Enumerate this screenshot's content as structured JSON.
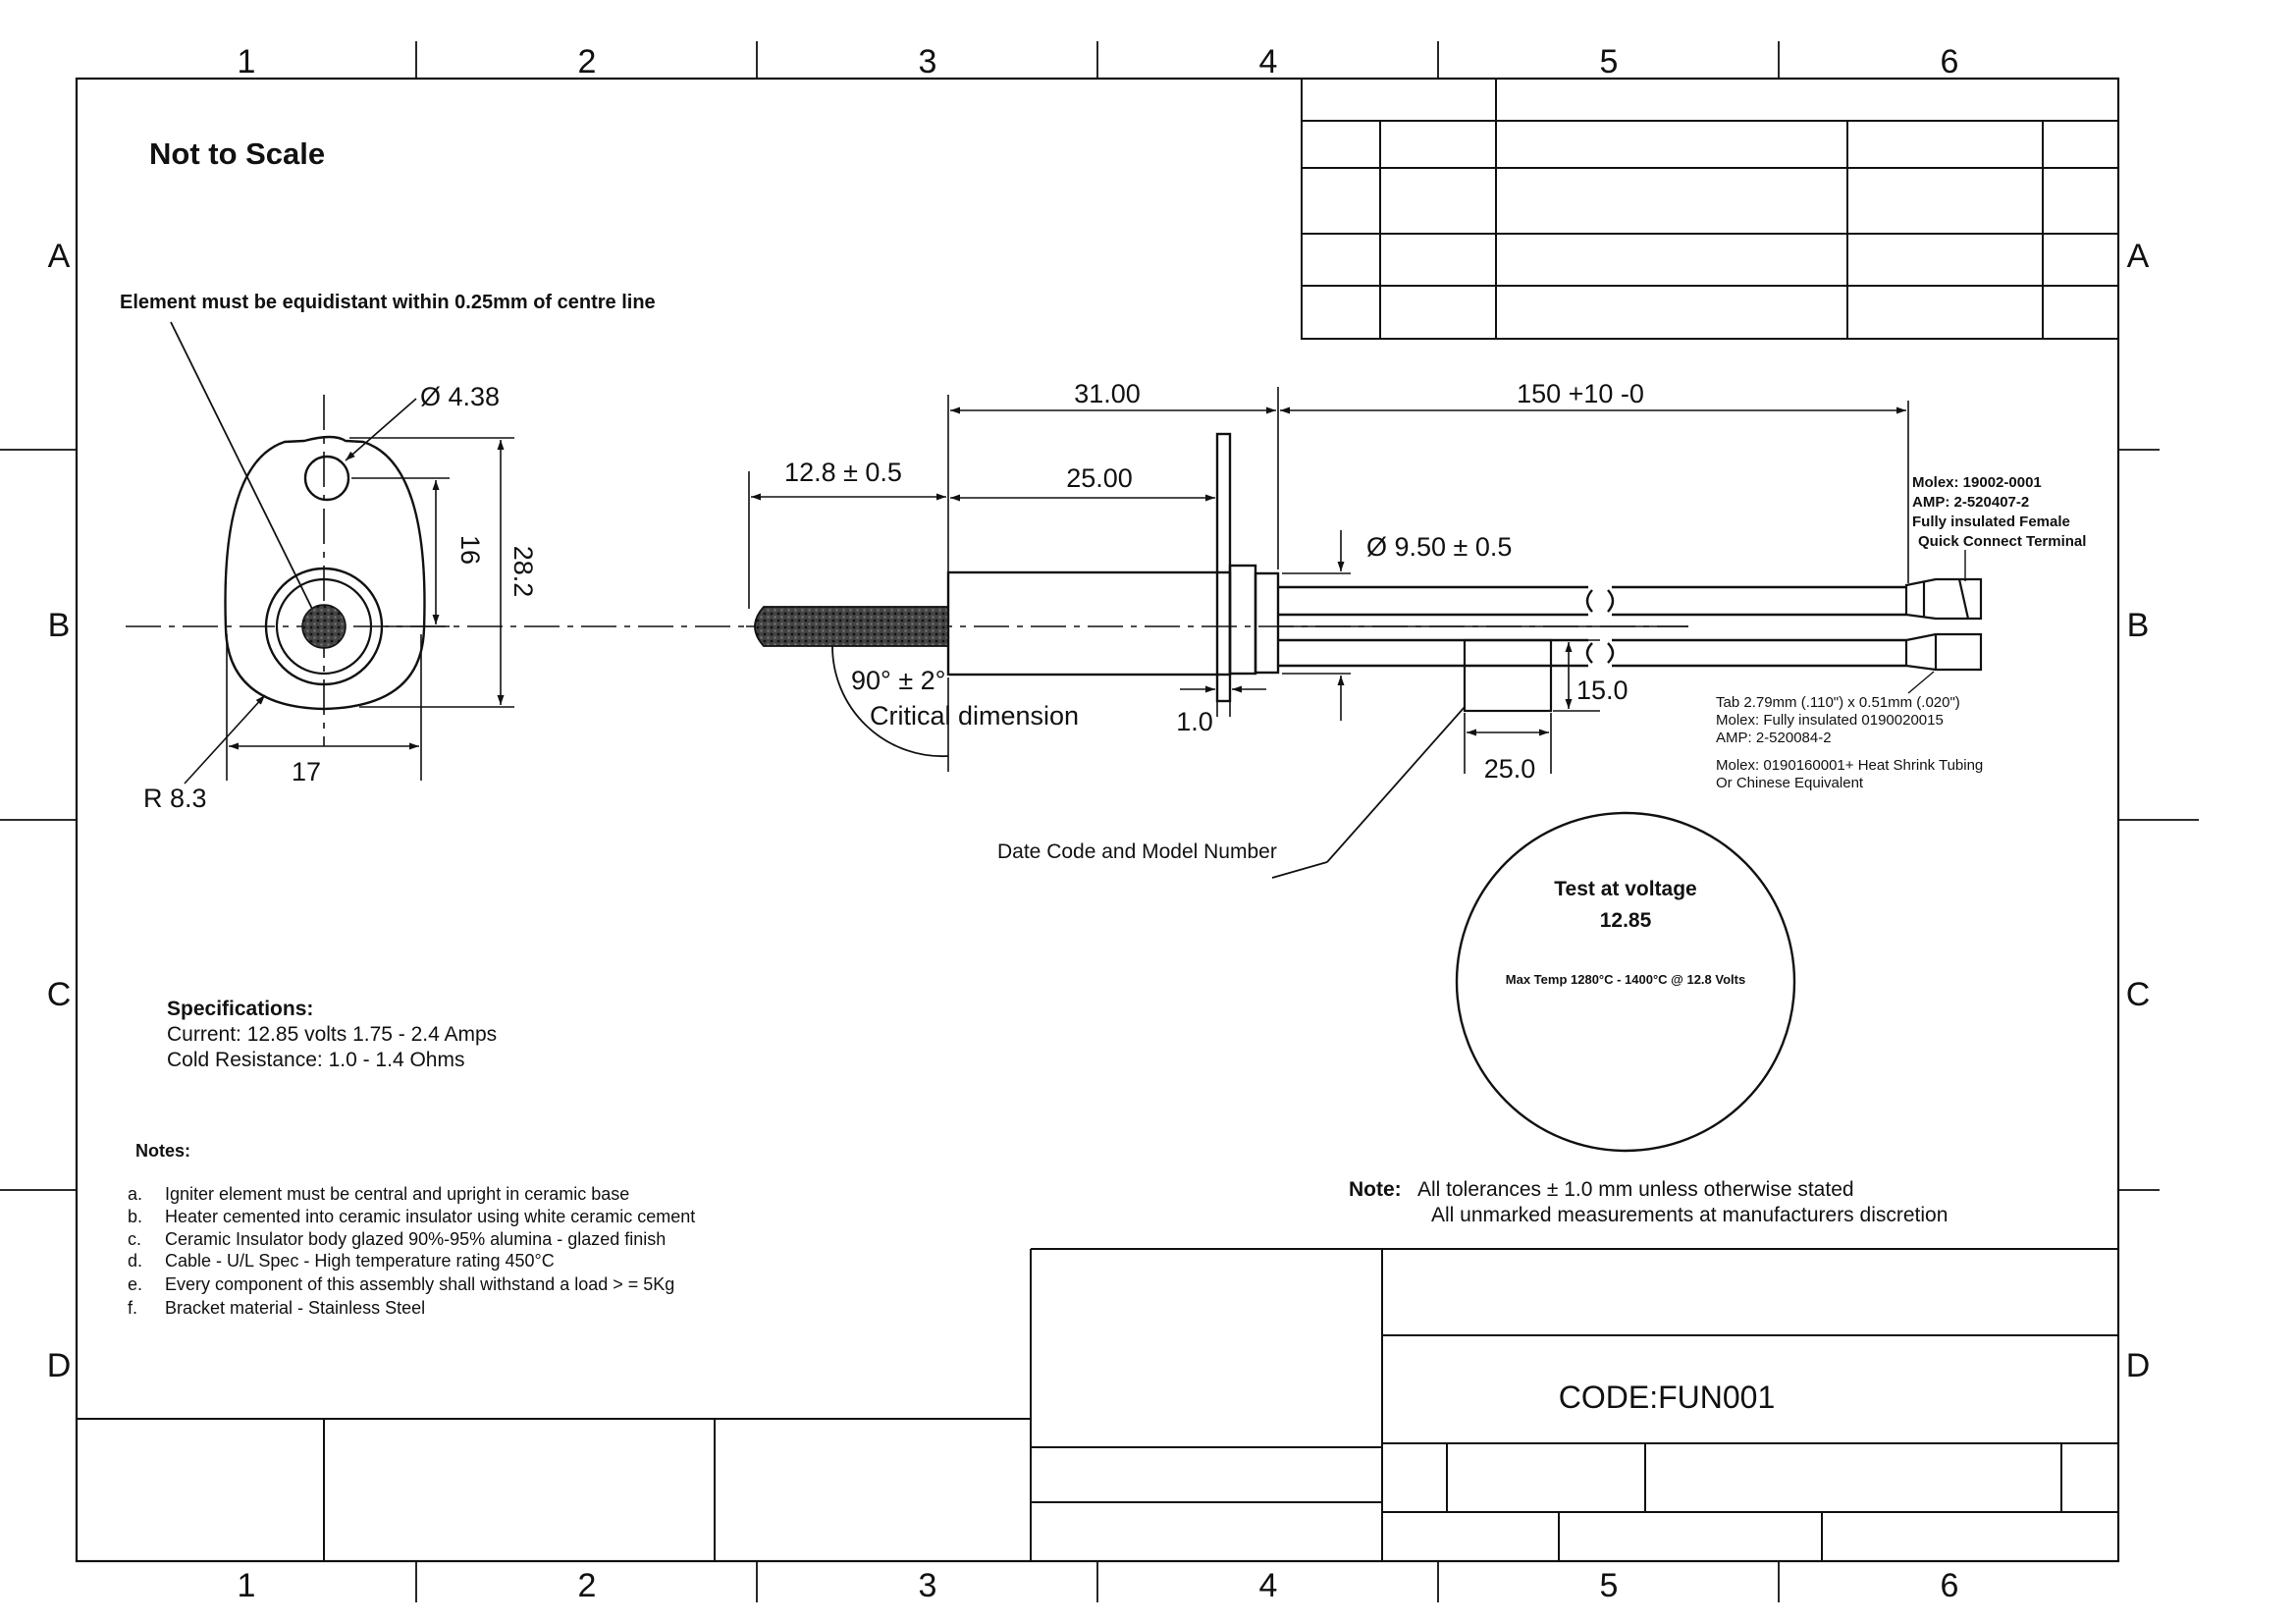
{
  "frame": {
    "column_labels": [
      "1",
      "2",
      "3",
      "4",
      "5",
      "6"
    ],
    "row_labels": [
      "A",
      "B",
      "C",
      "D"
    ]
  },
  "headings": {
    "scale_note": "Not to Scale",
    "element_note": "Element must be equidistant within 0.25mm of centre line"
  },
  "end_view": {
    "hole_diameter": "Ø 4.38",
    "hole_spacing": "16",
    "overall_height": "28.2",
    "width": "17",
    "radius": "R 8.3"
  },
  "side_view": {
    "tip_length": "12.8 ± 0.5",
    "flange_offset": "31.00",
    "body_length": "25.00",
    "cable_length": "150 +10 -0",
    "sleeve_diameter": "Ø 9.50 ± 0.5",
    "tip_angle": "90° ± 2°",
    "critical_label": "Critical dimension",
    "flange_thickness": "1.0",
    "label_height": "15.0",
    "label_width": "25.0",
    "date_code_label": "Date Code and Model Number"
  },
  "terminal": {
    "top": [
      "Molex: 19002-0001",
      "AMP:  2-520407-2",
      "Fully insulated Female",
      "Quick Connect Terminal"
    ],
    "bottom": [
      "Tab 2.79mm (.110\") x 0.51mm (.020\")",
      "Molex: Fully insulated  0190020015",
      "AMP: 2-520084-2"
    ],
    "shrink": [
      "Molex: 0190160001+ Heat Shrink Tubing",
      "Or Chinese Equivalent"
    ]
  },
  "test": {
    "title": "Test at voltage",
    "voltage": "12.85",
    "max_temp": "Max Temp 1280°C - 1400°C @ 12.8 Volts"
  },
  "specifications": {
    "title": "Specifications:",
    "lines": [
      "Current: 12.85 volts 1.75 - 2.4 Amps",
      "Cold Resistance: 1.0 - 1.4 Ohms"
    ]
  },
  "notes": {
    "title": "Notes:",
    "items": [
      {
        "letter": "a.",
        "text": "Igniter element must be central and upright in ceramic base"
      },
      {
        "letter": "b.",
        "text": "Heater cemented into ceramic insulator using white ceramic cement"
      },
      {
        "letter": "c.",
        "text": "Ceramic Insulator body glazed 90%-95% alumina - glazed finish"
      },
      {
        "letter": "d.",
        "text": "Cable - U/L Spec - High temperature rating 450°C"
      },
      {
        "letter": "e.",
        "text": "Every component of this assembly shall withstand a load  > = 5Kg"
      },
      {
        "letter": "f.",
        "text": "Bracket material - Stainless Steel"
      }
    ]
  },
  "tolerance": {
    "label": "Note:",
    "line1": "All tolerances ± 1.0 mm unless otherwise stated",
    "line2": "All unmarked measurements at manufacturers discretion"
  },
  "title_block": {
    "code": "CODE:FUN001"
  }
}
